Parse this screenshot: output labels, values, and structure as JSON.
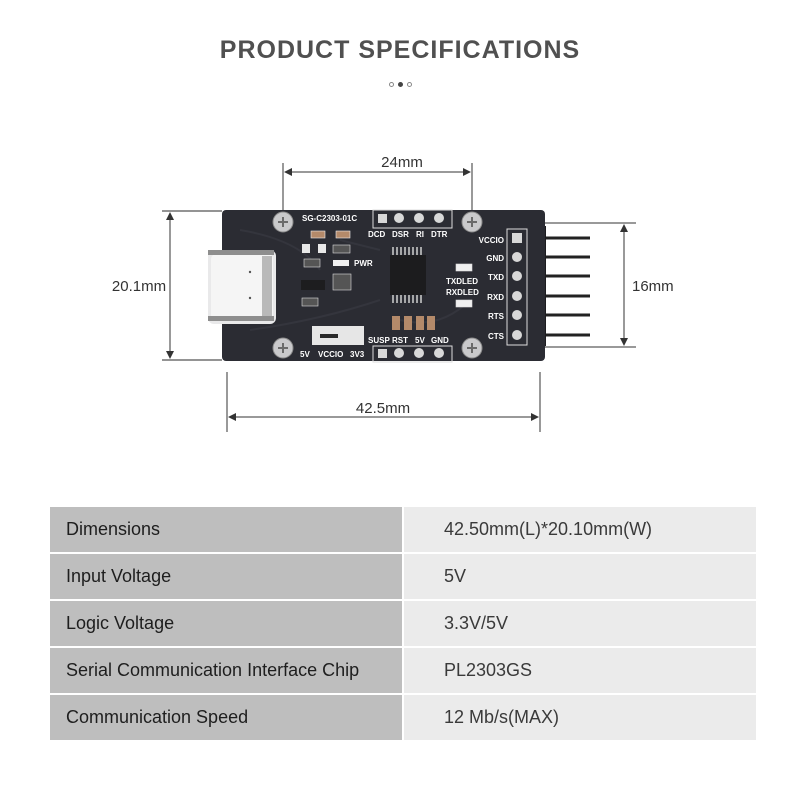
{
  "page": {
    "title": "PRODUCT SPECIFICATIONS",
    "carousel": {
      "total": 3,
      "active_index": 1
    }
  },
  "diagram": {
    "dimensions": {
      "top_hole_spacing": "24mm",
      "board_height": "20.1mm",
      "header_span": "16mm",
      "board_length": "42.5mm"
    },
    "board": {
      "model": "SG-C2303-01C",
      "top_pins": [
        "DCD",
        "DSR",
        "RI",
        "DTR"
      ],
      "bottom_pins": [
        "SUSP",
        "RST",
        "5V",
        "GND"
      ],
      "switch_labels": [
        "5V",
        "VCCIO",
        "3V3"
      ],
      "side_pins": [
        "VCCIO",
        "GND",
        "TXD",
        "RXD",
        "RTS",
        "CTS"
      ],
      "led_labels": {
        "power": "PWR",
        "tx": "TXDLED",
        "rx": "RXDLED"
      },
      "colors": {
        "pcb": "#2b2c33",
        "silk": "#ffffff",
        "metal": "#c8c8c8"
      }
    }
  },
  "specs": {
    "rows": [
      {
        "label": "Dimensions",
        "value": "42.50mm(L)*20.10mm(W)"
      },
      {
        "label": "Input Voltage",
        "value": "5V"
      },
      {
        "label": "Logic Voltage",
        "value": "3.3V/5V"
      },
      {
        "label": "Serial Communication Interface Chip",
        "value": "PL2303GS"
      },
      {
        "label": "Communication Speed",
        "value": "12 Mb/s(MAX)"
      }
    ]
  }
}
